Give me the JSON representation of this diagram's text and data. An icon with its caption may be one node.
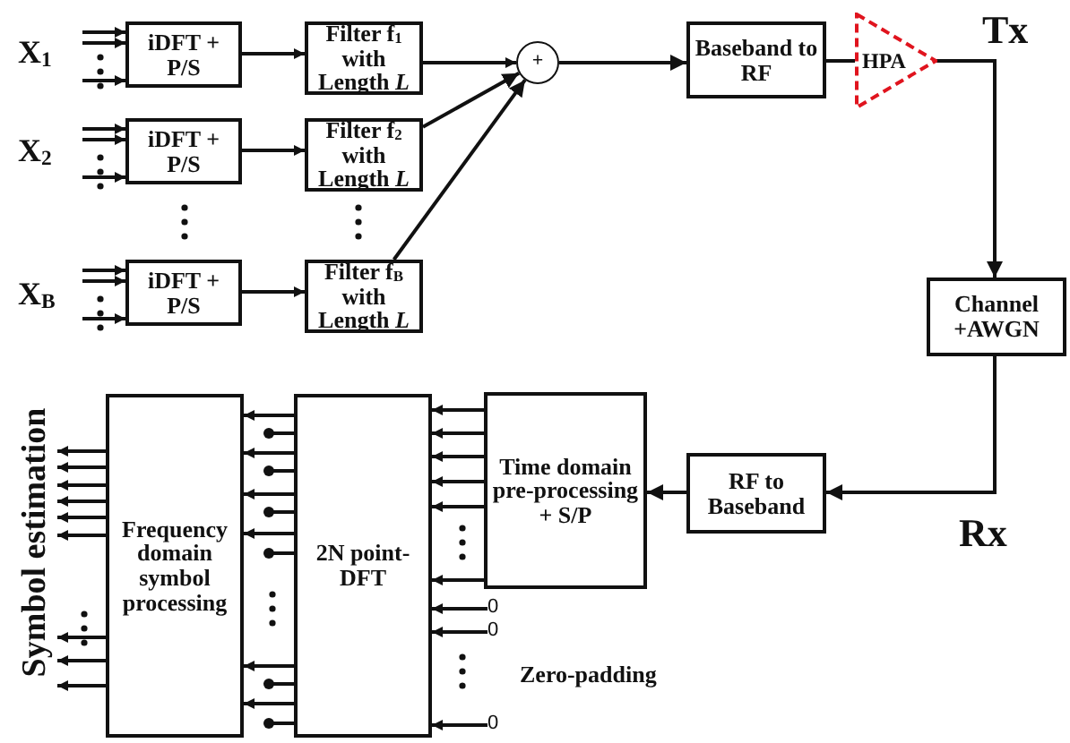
{
  "diagram": {
    "nodes": [
      {
        "text": [
          "iDFT + P/S"
        ]
      },
      {
        "text": [
          "iDFT + P/S"
        ]
      },
      {
        "text": [
          "iDFT + P/S"
        ]
      },
      {
        "text": [
          "Filter f$_{1}$ with Length *L*"
        ]
      },
      {
        "text": [
          "Filter f$_{2}$ with Length *L*"
        ]
      },
      {
        "text": [
          "Filter f$_{B}$ with Length *L*"
        ]
      },
      {
        "text": [
          "+"
        ]
      },
      {
        "text": [
          "Baseband to RF"
        ]
      },
      {
        "text": [
          "HPA"
        ]
      },
      {
        "text": [
          "Channel +AWGN"
        ]
      },
      {
        "text": [
          "RF to Baseband"
        ]
      },
      {
        "text": [
          "Time domain pre-processing + S/P"
        ]
      },
      {
        "text": [
          "2N point-DFT"
        ]
      },
      {
        "text": [
          "Frequency domain symbol processing"
        ]
      },
      {
        "text": [
          "0"
        ]
      },
      {
        "text": [
          "0"
        ]
      },
      {
        "text": [
          "0"
        ]
      },
      {
        "text": [
          "Symbol estimation"
        ]
      }
    ],
    "edges": [
      {
        "from": null,
        "to": 0,
        "arrow": "to"
      },
      {
        "from": null,
        "to": 0,
        "arrow": "to"
      },
      {
        "from": null,
        "to": 0,
        "arrow": "to"
      },
      {
        "from": null,
        "to": 1,
        "arrow": "to"
      },
      {
        "from": null,
        "to": 1,
        "arrow": "to"
      },
      {
        "from": null,
        "to": 1,
        "arrow": "to"
      },
      {
        "from": null,
        "to": 2,
        "arrow": "to"
      },
      {
        "from": null,
        "to": 2,
        "arrow": "to"
      },
      {
        "from": null,
        "to": 2,
        "arrow": "to"
      },
      {
        "from": 0,
        "to": 3,
        "arrow": "to"
      },
      {
        "from": 1,
        "to": 4,
        "arrow": "to"
      },
      {
        "from": 2,
        "to": 5,
        "arrow": "to"
      },
      {
        "from": 3,
        "to": 6,
        "arrow": "to"
      },
      {
        "from": 4,
        "to": 6,
        "arrow": "to"
      },
      {
        "from": 5,
        "to": 6,
        "arrow": "to"
      },
      {
        "from": 6,
        "to": 7,
        "arrow": "to"
      },
      {
        "from": 7,
        "to": 8,
        "arrow": "none"
      },
      {
        "from": 8,
        "to": 9,
        "arrow": "to"
      },
      {
        "from": 9,
        "to": 10,
        "arrow": "to"
      },
      {
        "from": 10,
        "to": 11,
        "arrow": "to"
      },
      {
        "from": 11,
        "to": 12,
        "arrow": "to"
      },
      {
        "from": 11,
        "to": 12,
        "arrow": "to"
      },
      {
        "from": 11,
        "to": 12,
        "arrow": "to"
      },
      {
        "from": 11,
        "to": 12,
        "arrow": "to"
      },
      {
        "from": 11,
        "to": 12,
        "arrow": "to"
      },
      {
        "from": 11,
        "to": 12,
        "arrow": "to"
      },
      {
        "from": 14,
        "to": 12,
        "arrow": "to"
      },
      {
        "from": 15,
        "to": 12,
        "arrow": "to"
      },
      {
        "from": 16,
        "to": 12,
        "arrow": "to"
      },
      {
        "from": 12,
        "to": 13,
        "arrow": "to"
      },
      {
        "from": 12,
        "to": 13,
        "arrow": "to"
      },
      {
        "from": 12,
        "to": 13,
        "arrow": "to"
      },
      {
        "from": 12,
        "to": 13,
        "arrow": "to"
      },
      {
        "from": 12,
        "to": 13,
        "arrow": "to"
      },
      {
        "from": 12,
        "to": 13,
        "arrow": "to"
      },
      {
        "from": 12,
        "to": null,
        "arrow": "other"
      },
      {
        "from": 12,
        "to": null,
        "arrow": "other"
      },
      {
        "from": 12,
        "to": null,
        "arrow": "other"
      },
      {
        "from": 12,
        "to": null,
        "arrow": "other"
      },
      {
        "from": 12,
        "to": null,
        "arrow": "other"
      },
      {
        "from": 12,
        "to": null,
        "arrow": "other"
      },
      {
        "from": 13,
        "to": 17,
        "arrow": "to"
      },
      {
        "from": 13,
        "to": 17,
        "arrow": "to"
      },
      {
        "from": 13,
        "to": 17,
        "arrow": "to"
      },
      {
        "from": 13,
        "to": 17,
        "arrow": "to"
      },
      {
        "from": 13,
        "to": 17,
        "arrow": "to"
      },
      {
        "from": 13,
        "to": 17,
        "arrow": "to"
      },
      {
        "from": 13,
        "to": 17,
        "arrow": "to"
      },
      {
        "from": 13,
        "to": 17,
        "arrow": "to"
      },
      {
        "from": 13,
        "to": 17,
        "arrow": "to"
      }
    ],
    "labels": [
      "X$_{1}$",
      "X$_{2}$",
      "X$_{B}$",
      "Tx",
      "Rx",
      "Zero-padding"
    ]
  }
}
